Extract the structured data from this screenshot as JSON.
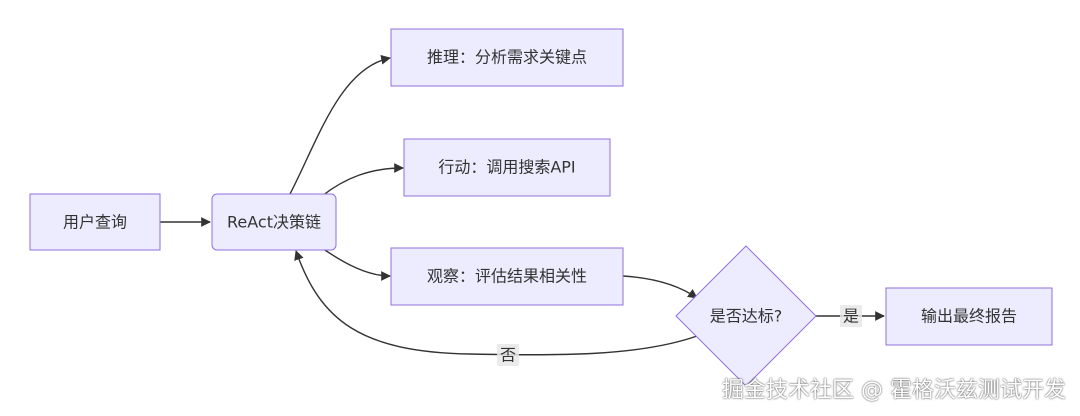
{
  "colors": {
    "node_fill": "#ececfe",
    "node_stroke": "#9370db",
    "edge": "#333333",
    "text": "#333333",
    "edge_label_bg": "#e8e8e8"
  },
  "nodes": {
    "user_query": "用户查询",
    "react_chain": "ReAct决策链",
    "reason": "推理：分析需求关键点",
    "act": "行动：调用搜索API",
    "observe": "观察：评估结果相关性",
    "decision": "是否达标?",
    "report": "输出最终报告"
  },
  "edges": {
    "yes_label": "是",
    "no_label": "否"
  },
  "watermark": "掘金技术社区 @ 霍格沃兹测试开发"
}
